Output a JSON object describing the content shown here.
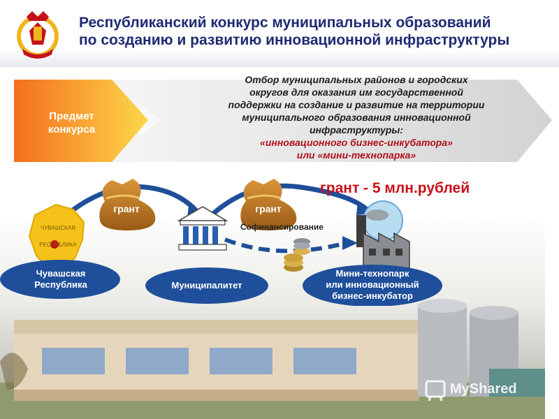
{
  "header": {
    "title_line1": "Республиканский конкурс муниципальных образований",
    "title_line2": "по созданию и развитию инновационной инфраструктуры"
  },
  "topic": {
    "label_line1": "Предмет",
    "label_line2": "конкурса",
    "text_lines": [
      "Отбор муниципальных районов и городских",
      "округов для оказания им государственной",
      "поддержки на создание и развитие на территории",
      "муниципального образования инновационной",
      "инфраструктуры:"
    ],
    "highlight_lines": [
      "«инновационного бизнес-инкубатора»",
      "или «мини-технопарка»"
    ]
  },
  "scheme": {
    "grant_total": "грант - 5 млн.рублей",
    "sack1_label": "грант",
    "sack2_label": "грант",
    "cofinancing": "Софинансирование",
    "map_text_line1": "ЧУВАШСКАЯ",
    "map_text_line2": "РЕСПУБЛИКА",
    "republic_line1": "Чувашская",
    "republic_line2": "Республика",
    "municipality": "Муниципалитет",
    "target_line1": "Мини-технопарк",
    "target_line2": "или инновационный",
    "target_line3": "бизнес-инкубатор"
  },
  "watermark": {
    "text": "MyShared"
  },
  "colors": {
    "title": "#1f2a72",
    "grant_red": "#c8101a",
    "oval_blue": "#1f4f9a",
    "arrow_orange": "#f7941d",
    "sack": "#c9832a"
  }
}
